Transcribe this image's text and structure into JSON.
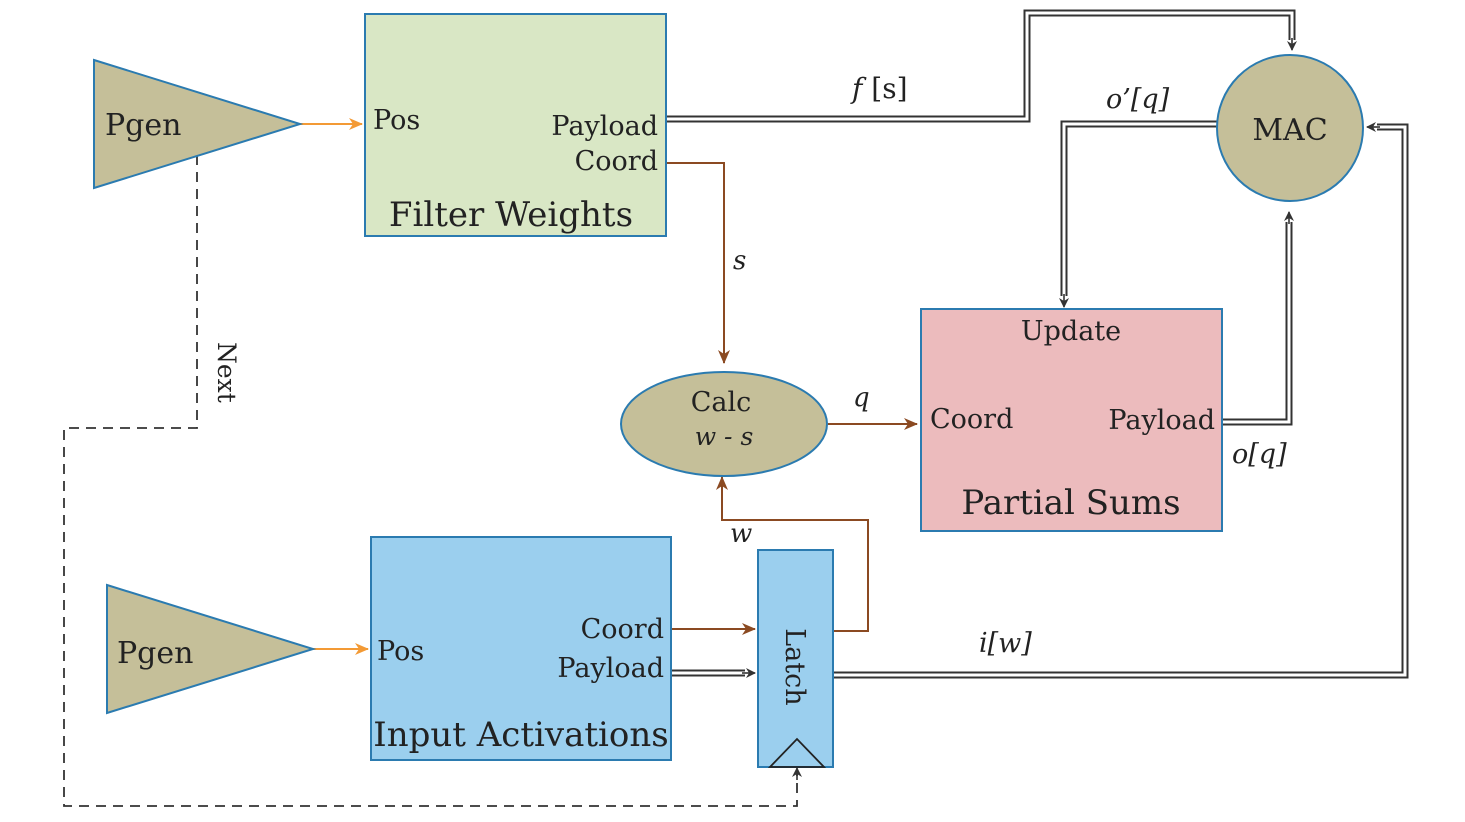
{
  "blocks": {
    "pgen_top": {
      "label": "Pgen"
    },
    "pgen_bottom": {
      "label": "Pgen"
    },
    "filter_weights": {
      "title": "Filter Weights",
      "pos": "Pos",
      "payload": "Payload",
      "coord": "Coord"
    },
    "input_activations": {
      "title": "Input Activations",
      "pos": "Pos",
      "coord": "Coord",
      "payload": "Payload"
    },
    "partial_sums": {
      "title": "Partial Sums",
      "update": "Update",
      "coord": "Coord",
      "payload": "Payload"
    },
    "calc": {
      "line1": "Calc",
      "line2": "w - s"
    },
    "mac": {
      "label": "MAC"
    },
    "latch": {
      "label": "Latch"
    }
  },
  "edge_labels": {
    "f_s": {
      "italic": "f",
      "rest": " [s]"
    },
    "o_prime_q": "o’[q]",
    "s": "s",
    "q": "q",
    "w": "w",
    "o_q": "o[q]",
    "i_w": "i[w]",
    "next": "Next"
  },
  "colors": {
    "filter_fill": "#d9e7c5",
    "input_fill": "#9bcfee",
    "partial_fill": "#ecbbbd",
    "node_fill": "#c5bf99",
    "block_stroke": "#2b7bb0",
    "orange": "#f39a35",
    "brown": "#8b4a22",
    "dark": "#222222"
  }
}
